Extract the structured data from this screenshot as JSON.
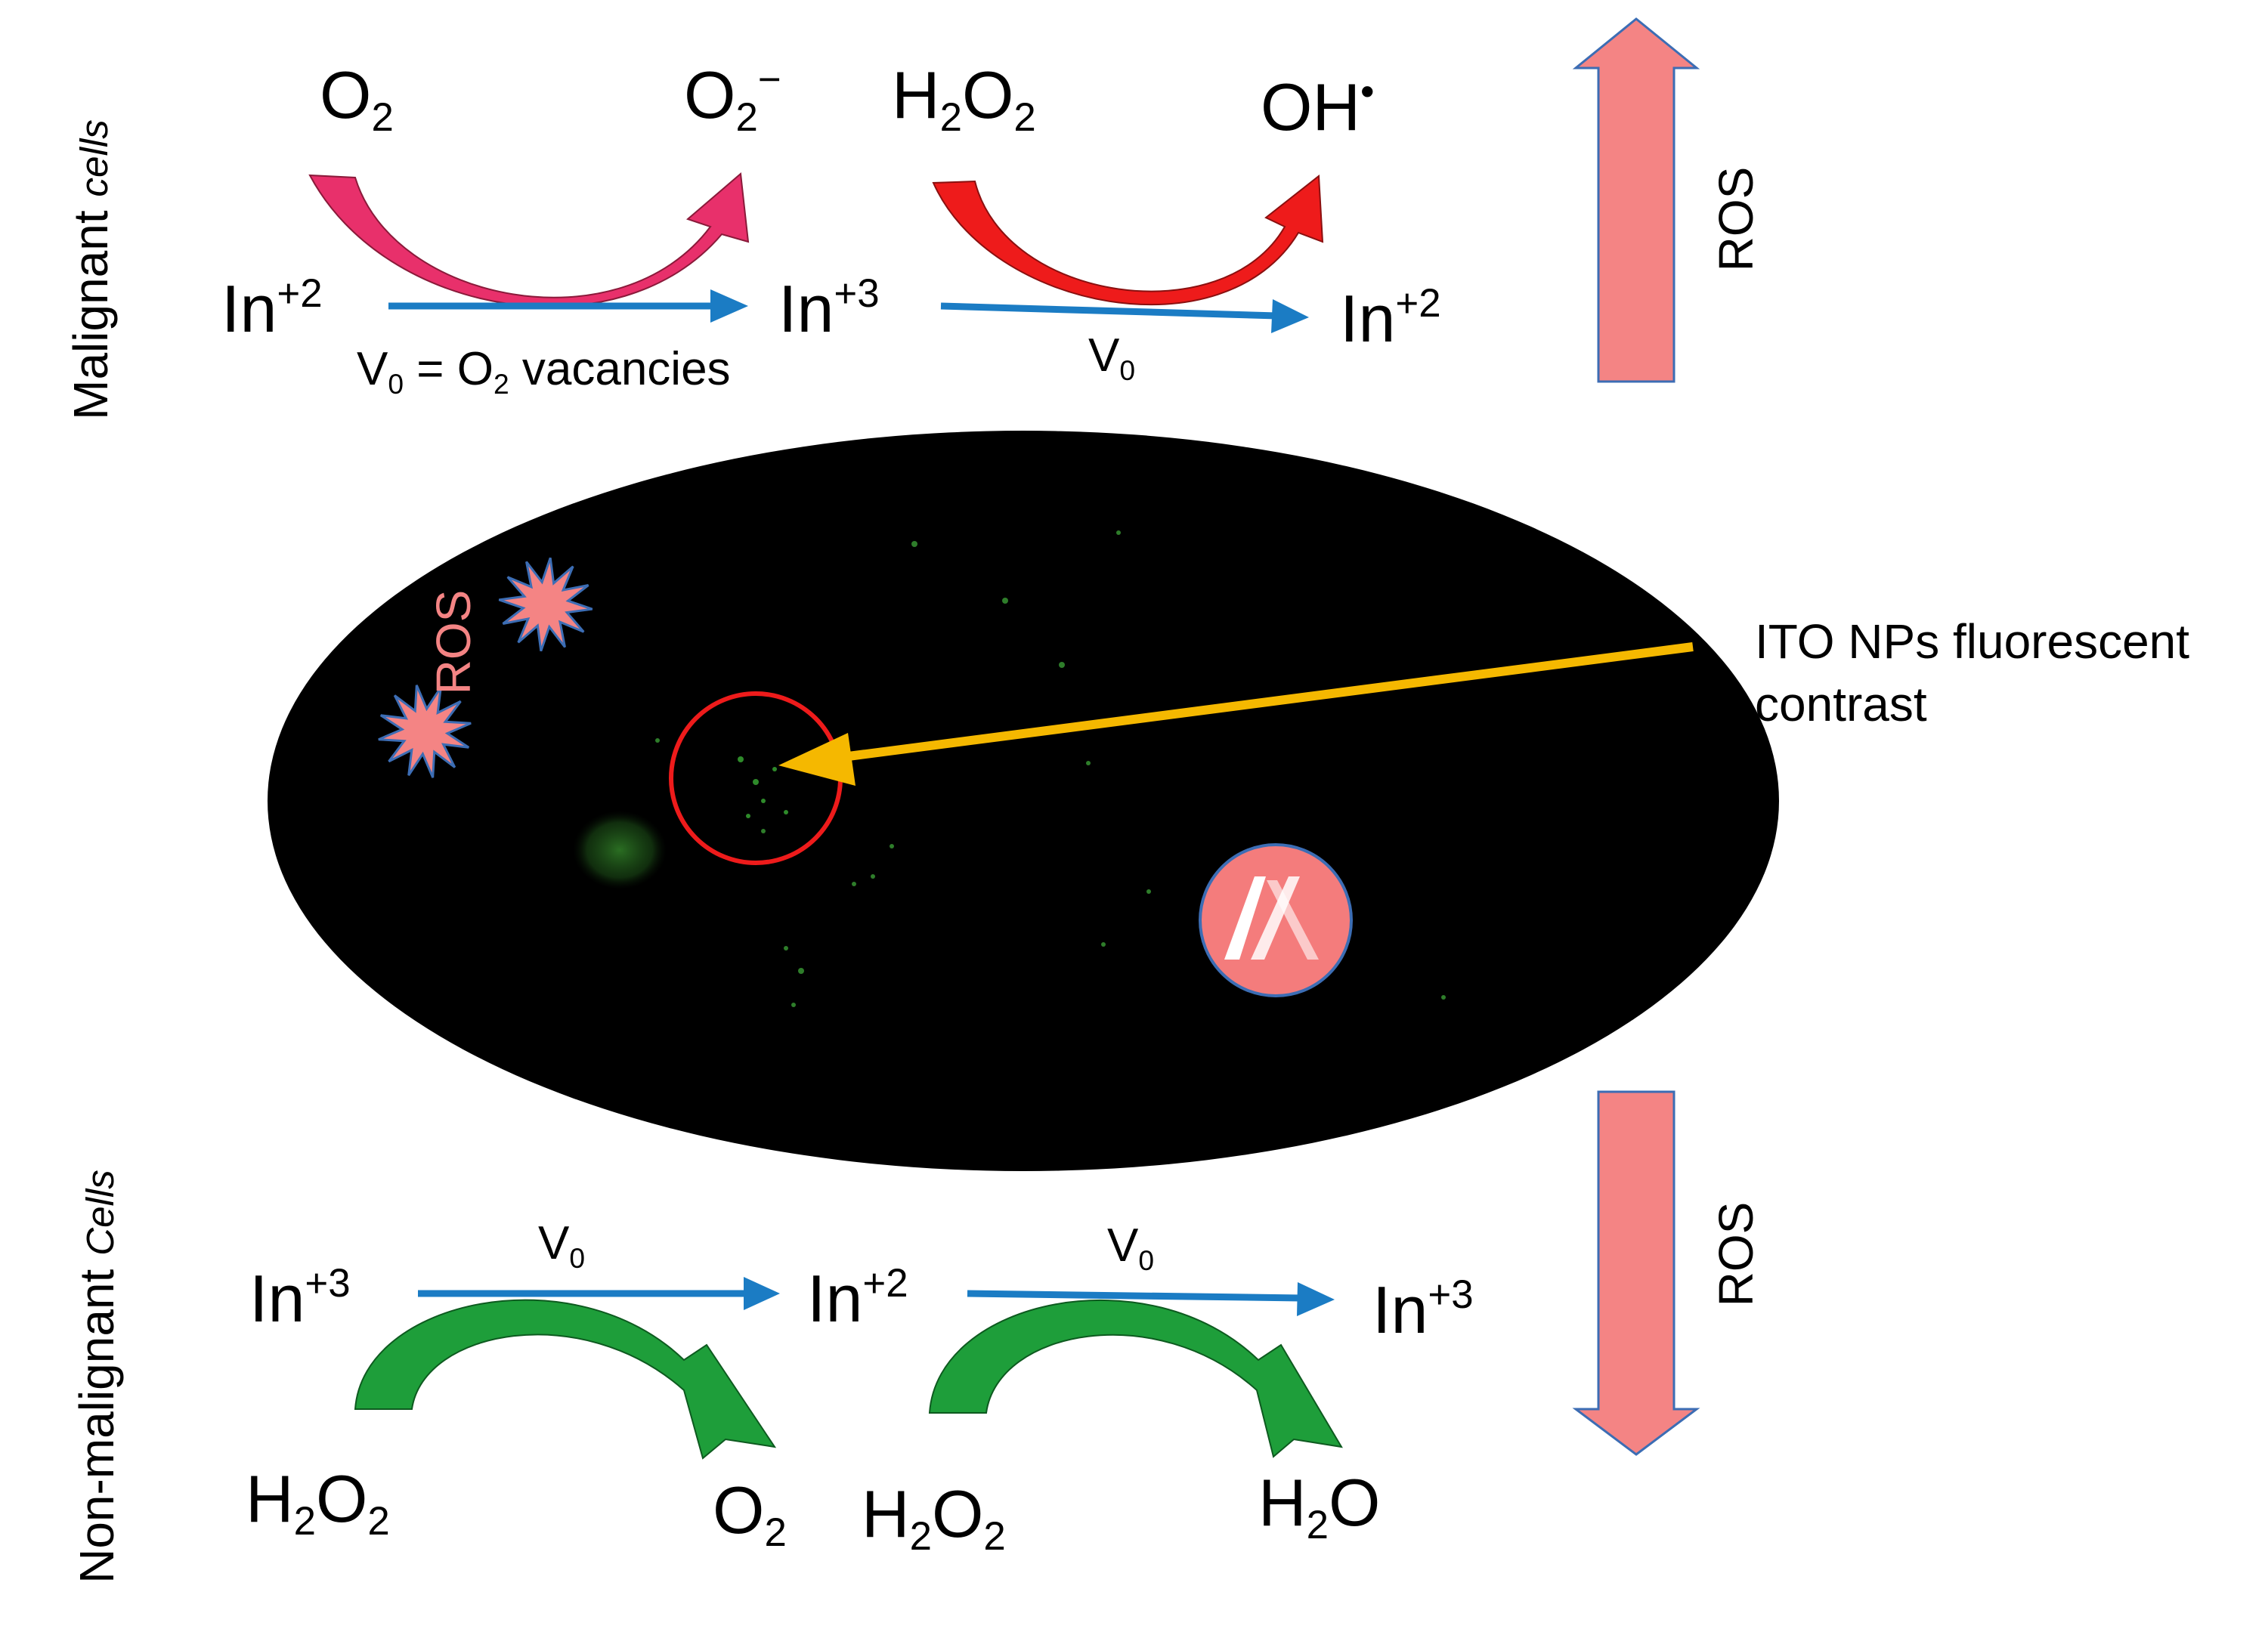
{
  "colors": {
    "pink_arrow": "#E8306B",
    "red_arrow": "#EE1B1B",
    "green_arrow": "#1E9E3A",
    "blue_arrow": "#1B7CC4",
    "ros_arrow_fill": "#F48484",
    "ros_arrow_stroke": "#3C6DB4",
    "ellipse": "#000000",
    "red_circle": "#EE1B1B",
    "orange_pointer": "#F5B800",
    "logo_circle": "#F47C7C"
  },
  "malignant": {
    "side_label": "Malignant",
    "side_label_cells": "cells",
    "reaction1": {
      "from_base": "O",
      "from_sub": "2",
      "to_base": "O",
      "to_sub": "2",
      "to_sup": "−"
    },
    "reaction2": {
      "from_p1": "H",
      "from_s1": "2",
      "from_p2": "O",
      "from_s2": "2",
      "to_base": "OH",
      "to_sup": "•"
    },
    "in1": {
      "base": "In",
      "sup": "+2"
    },
    "in2": {
      "base": "In",
      "sup": "+3"
    },
    "in3": {
      "base": "In",
      "sup": "+2"
    },
    "vacancy_note": {
      "v": "V",
      "v_sub": "0",
      "mid": " = O",
      "mid_sub": "2",
      "tail": " vacancies"
    },
    "v0_label": {
      "v": "V",
      "sub": "0"
    },
    "ros_label": "ROS"
  },
  "center": {
    "ros_label": "ROS",
    "pointer_label_line1": "ITO NPs fluorescent",
    "pointer_label_line2": "contrast",
    "logo_icon": "publisher-logo-icon"
  },
  "non_malignant": {
    "side_label": "Non-malignant",
    "side_label_cells": "Cells",
    "in1": {
      "base": "In",
      "sup": "+3"
    },
    "in2": {
      "base": "In",
      "sup": "+2"
    },
    "in3": {
      "base": "In",
      "sup": "+3"
    },
    "v0_left": {
      "v": "V",
      "sub": "0"
    },
    "v0_right": {
      "v": "V",
      "sub": "0"
    },
    "reaction1": {
      "from_p1": "H",
      "from_s1": "2",
      "from_p2": "O",
      "from_s2": "2",
      "to_base": "O",
      "to_sub": "2"
    },
    "reaction2": {
      "from_p1": "H",
      "from_s1": "2",
      "from_p2": "O",
      "from_s2": "2",
      "to_p1": "H",
      "to_s1": "2",
      "to_p2": "O"
    },
    "ros_label": "ROS"
  }
}
